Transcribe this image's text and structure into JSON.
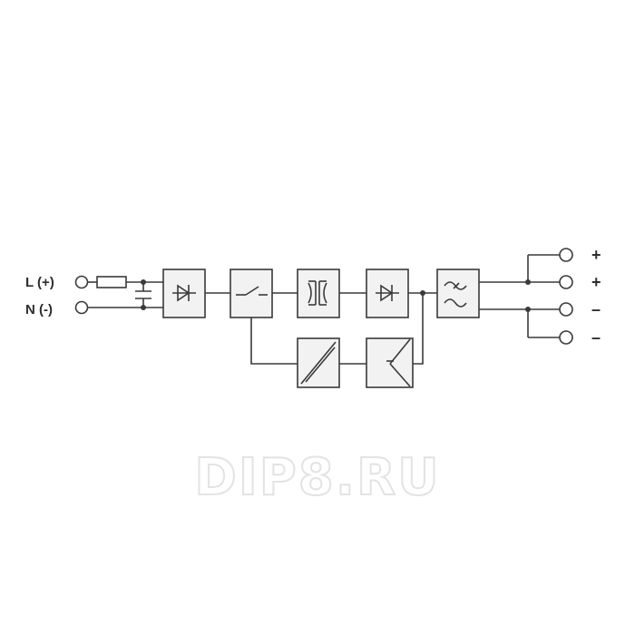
{
  "inputs": {
    "line_label": "L (+)",
    "neutral_label": "N (-)"
  },
  "outputs": {
    "polarities": [
      "+",
      "+",
      "–",
      "–"
    ]
  },
  "blocks": [
    {
      "id": "input-rectifier",
      "icon": "diode-icon"
    },
    {
      "id": "switching-stage",
      "icon": "switch-icon"
    },
    {
      "id": "transformer",
      "icon": "transformer-icon"
    },
    {
      "id": "output-rectifier",
      "icon": "diode-icon"
    },
    {
      "id": "output-filter",
      "icon": "filter-icon"
    },
    {
      "id": "control-converter",
      "icon": "converter-icon"
    },
    {
      "id": "feedback-regulator",
      "icon": "regulator-icon"
    }
  ],
  "watermark": "DIP8.RU",
  "colors": {
    "line": "#3a3a3a",
    "box_fill": "#f2f2f2",
    "watermark_outline": "#e3e3e3"
  }
}
